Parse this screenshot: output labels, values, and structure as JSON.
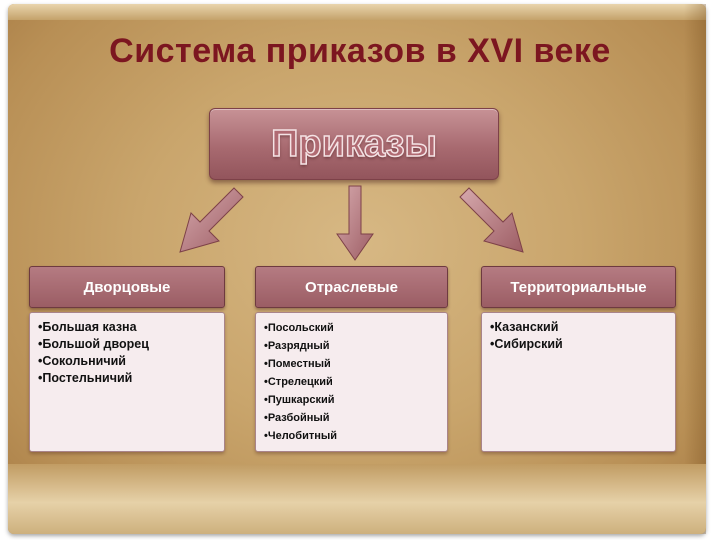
{
  "title": "Система приказов в  XVI веке",
  "root": {
    "label": "Приказы"
  },
  "columns": [
    {
      "heading": "Дворцовые",
      "items": [
        "Большая казна",
        "Большой дворец",
        "Сокольничий",
        "Постельничий"
      ]
    },
    {
      "heading": "Отраслевые",
      "items": [
        "Посольский",
        "Разрядный",
        "Поместный",
        "Стрелецкий",
        "Пушкарский",
        "Разбойный",
        "Челобитный"
      ]
    },
    {
      "heading": "Территориальные",
      "items": [
        "Казанский",
        "Сибирский"
      ]
    }
  ],
  "colors": {
    "title": "#7c1620",
    "header_box": "#a86a70",
    "column_head": "#a86a70",
    "arrow": "#b27a80"
  }
}
